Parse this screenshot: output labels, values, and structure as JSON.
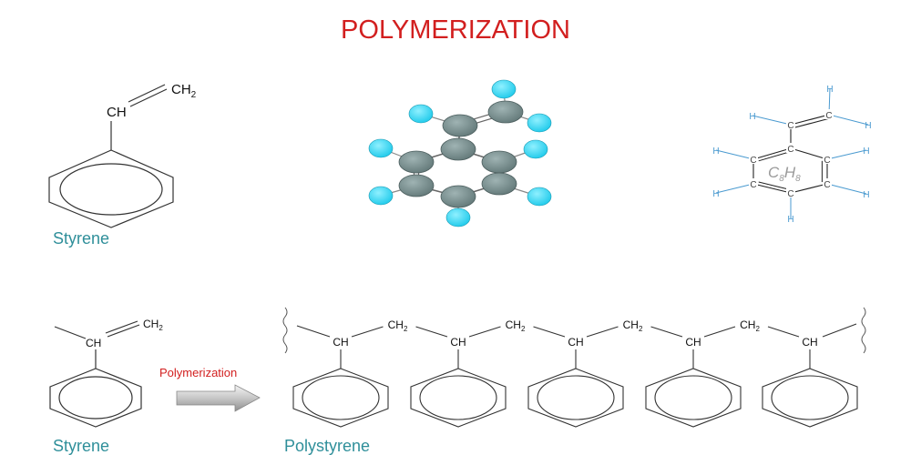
{
  "title": "POLYMERIZATION",
  "top": {
    "styrene_label": "Styrene",
    "ch_label": "CH",
    "ch2_label": "CH",
    "ch2_sub": "2",
    "formula_c": "C",
    "formula_c_sub": "8",
    "formula_h": "H",
    "formula_h_sub": "8",
    "atom_c": "C",
    "atom_h": "H"
  },
  "bottom": {
    "styrene_label": "Styrene",
    "polystyrene_label": "Polystyrene",
    "arrow_label": "Polymerization",
    "ch_label": "CH",
    "ch2_label": "CH",
    "ch2_sub": "2"
  },
  "colors": {
    "title": "#d21f1f",
    "name_label": "#2f8f9a",
    "arrow_label": "#d21f1f",
    "bond": "#333333",
    "carbon_ball": "#7b9090",
    "hydrogen_ball": "#34d7f2",
    "stick_bond": "#4a9ad0",
    "stick_text": "#444444"
  }
}
